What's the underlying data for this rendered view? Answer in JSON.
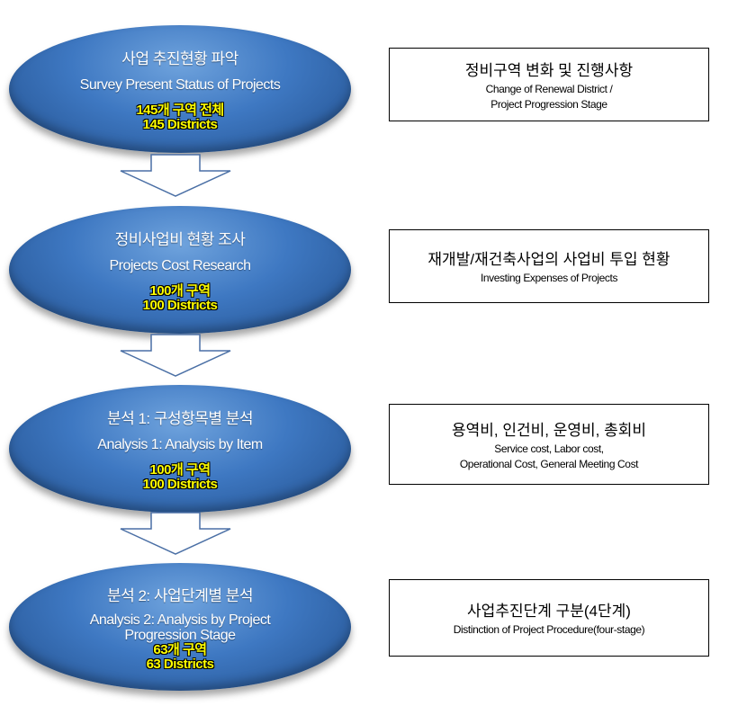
{
  "steps": [
    {
      "title_ko": "사업 추진현황 파악",
      "title_en": "Survey Present Status of Projects",
      "count_ko": "145개 구역 전체",
      "count_en": "145 Districts",
      "box_ko": "정비구역 변화 및 진행사항",
      "box_en_lines": [
        "Change of Renewal District /",
        "Project Progression Stage"
      ]
    },
    {
      "title_ko": "정비사업비 현황 조사",
      "title_en": "Projects Cost Research",
      "count_ko": "100개 구역",
      "count_en": "100 Districts",
      "box_ko": "재개발/재건축사업의 사업비 투입 현황",
      "box_en_lines": [
        "Investing Expenses of Projects"
      ]
    },
    {
      "title_ko": "분석 1: 구성항목별 분석",
      "title_en": "Analysis 1:  Analysis by Item",
      "count_ko": "100개 구역",
      "count_en": "100 Districts",
      "box_ko": "용역비, 인건비, 운영비, 총회비",
      "box_en_lines": [
        "Service cost, Labor cost,",
        "Operational Cost, General Meeting Cost"
      ]
    },
    {
      "title_ko": "분석 2: 사업단계별 분석",
      "title_en_lines": [
        "Analysis 2:  Analysis by Project",
        "Progression Stage"
      ],
      "count_ko": "63개 구역",
      "count_en": "63 Districts",
      "box_ko": "사업추진단계 구분(4단계)",
      "box_en_lines": [
        "Distinction of Project Procedure(four-stage)"
      ]
    }
  ],
  "colors": {
    "ellipse": "#3e78c2",
    "count_text": "#ffff00",
    "arrow_stroke": "#4a6fa5"
  },
  "arrow_icon": "down-arrow-icon"
}
